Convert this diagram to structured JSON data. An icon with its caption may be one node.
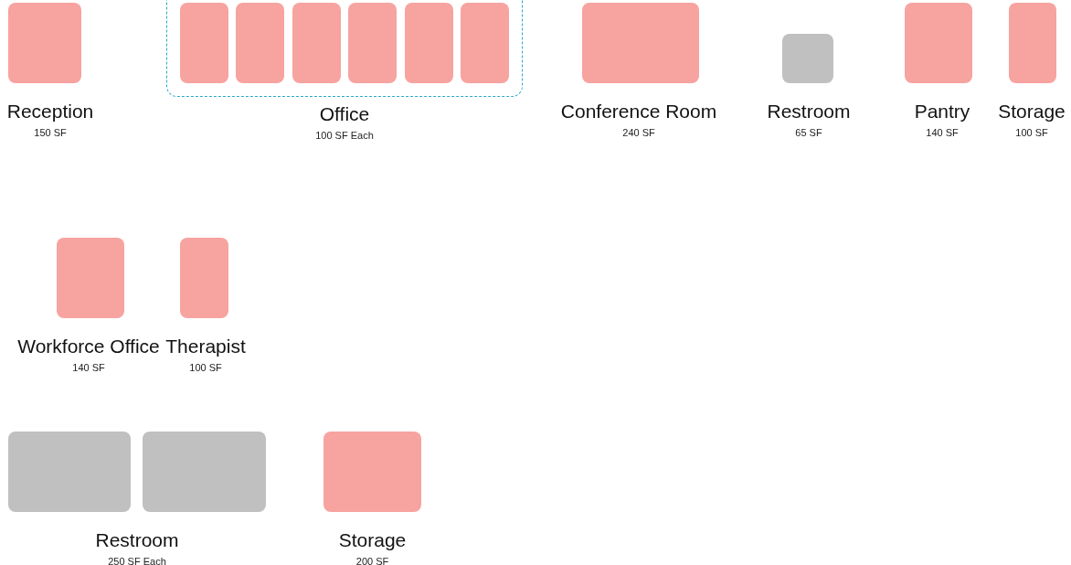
{
  "diagram": {
    "nodes": [
      {
        "text": [
          "Reception",
          "150 SF"
        ]
      },
      {
        "text": [
          "Office",
          "100 SF Each"
        ]
      },
      {
        "text": [],
        "shape": "box",
        "in": 1
      },
      {
        "text": [],
        "shape": "box",
        "in": 1
      },
      {
        "text": [],
        "shape": "box",
        "in": 1
      },
      {
        "text": [],
        "shape": "box",
        "in": 1
      },
      {
        "text": [],
        "shape": "box",
        "in": 1
      },
      {
        "text": [],
        "shape": "box",
        "in": 1
      },
      {
        "text": [
          "Conference Room",
          "240 SF"
        ]
      },
      {
        "text": [
          "Restroom",
          "65 SF"
        ]
      },
      {
        "text": [
          "Pantry",
          "140 SF"
        ]
      },
      {
        "text": [
          "Storage",
          "100 SF"
        ]
      },
      {
        "text": [
          "Workforce Office",
          "140 SF"
        ]
      },
      {
        "text": [
          "Therapist",
          "100 SF"
        ]
      },
      {
        "text": [
          "Restroom",
          "250 SF Each"
        ]
      },
      {
        "text": [],
        "shape": "box",
        "in": 14
      },
      {
        "text": [],
        "shape": "box",
        "in": 14
      },
      {
        "text": [
          "Storage",
          "200 SF"
        ]
      }
    ],
    "edges": []
  }
}
